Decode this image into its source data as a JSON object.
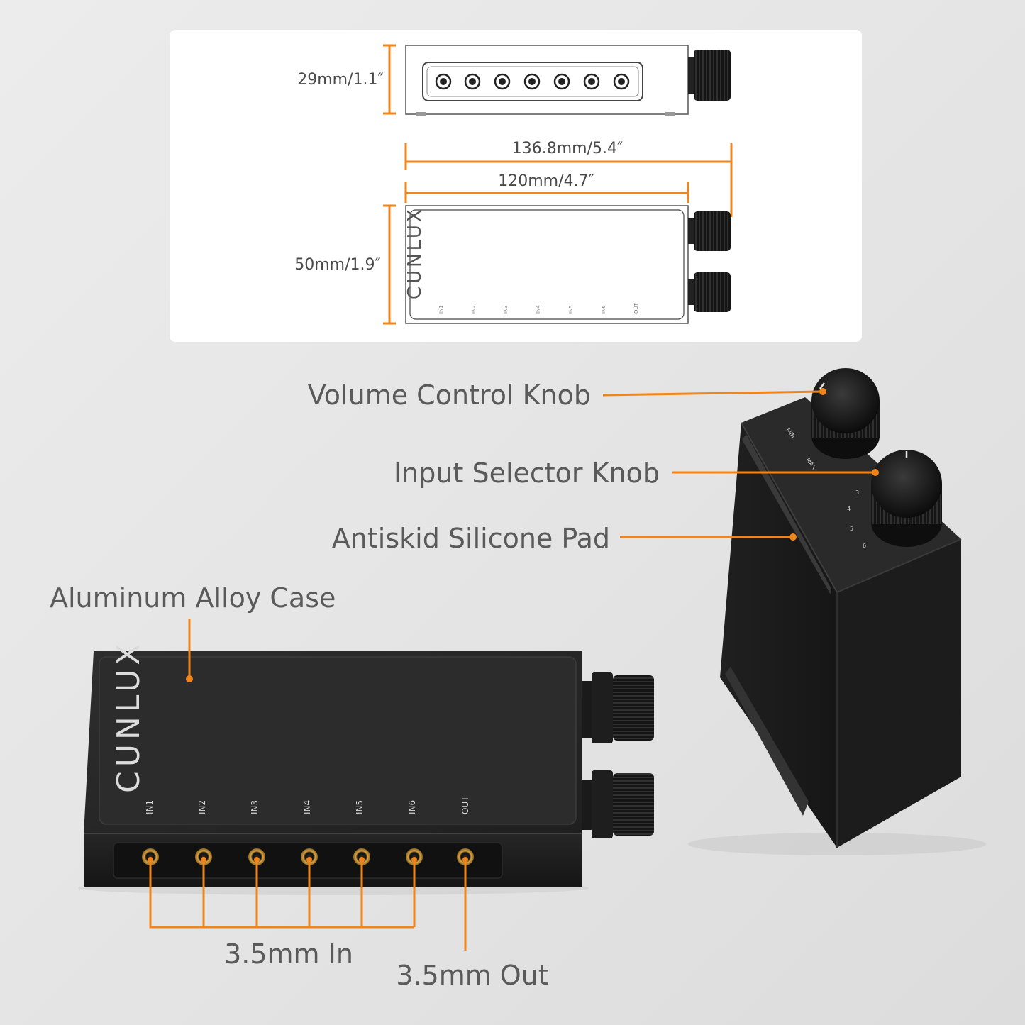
{
  "diagram": {
    "height_front": "29mm/1.1″",
    "total_length": "136.8mm/5.4″",
    "body_length": "120mm/4.7″",
    "width_top": "50mm/1.9″"
  },
  "brand": "CUNLUX",
  "port_labels": [
    "IN1",
    "IN2",
    "IN3",
    "IN4",
    "IN5",
    "IN6",
    "OUT"
  ],
  "knob_labels": {
    "min": "MIN",
    "max": "MAX",
    "positions": [
      "3",
      "4",
      "5",
      "6"
    ]
  },
  "callouts": {
    "volume_knob": "Volume Control Knob",
    "selector_knob": "Input Selector Knob",
    "silicone_pad": "Antiskid Silicone Pad",
    "case": "Aluminum Alloy Case",
    "jack_in": "3.5mm In",
    "jack_out": "3.5mm Out"
  },
  "colors": {
    "accent": "#f0851c",
    "device": "#232323",
    "text": "#5a5a5a"
  }
}
